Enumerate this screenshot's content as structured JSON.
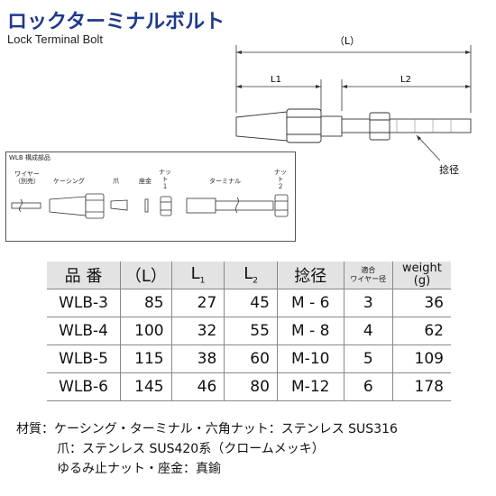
{
  "header": {
    "title_jp": "ロックターミナルボルト",
    "title_en": "Lock Terminal Bolt"
  },
  "drawing": {
    "dim_total": "（L）",
    "dim_l1": "L1",
    "dim_l2": "L2",
    "callout": "捻径"
  },
  "parts_box": {
    "title": "WLB 構成部品",
    "parts": [
      {
        "label": "ワイヤー\n（別売）"
      },
      {
        "label": "ケーシング"
      },
      {
        "label": "爪"
      },
      {
        "label": "座金"
      },
      {
        "label": "ナット\n１"
      },
      {
        "label": "ターミナル"
      },
      {
        "label": "ナット\n２"
      }
    ]
  },
  "table": {
    "headers": {
      "product": "品 番",
      "L": "（L）",
      "L1": "L1",
      "L2": "L2",
      "thread": "捻径",
      "wire_top": "適合",
      "wire_bottom": "ワイヤー径",
      "weight_top": "weight",
      "weight_bottom": "(g)"
    },
    "rows": [
      {
        "product": "WLB-3",
        "L": "85",
        "L1": "27",
        "L2": "45",
        "thread": "M - 6",
        "wire": "3",
        "weight": "36"
      },
      {
        "product": "WLB-4",
        "L": "100",
        "L1": "32",
        "L2": "55",
        "thread": "M - 8",
        "wire": "4",
        "weight": "62"
      },
      {
        "product": "WLB-5",
        "L": "115",
        "L1": "38",
        "L2": "60",
        "thread": "M-10",
        "wire": "5",
        "weight": "109"
      },
      {
        "product": "WLB-6",
        "L": "145",
        "L1": "46",
        "L2": "80",
        "thread": "M-12",
        "wire": "6",
        "weight": "178"
      }
    ]
  },
  "materials": {
    "line1": "材質：ケーシング・ターミナル・六角ナット：ステンレス SUS316",
    "line2": "爪：ステンレス SUS420系（クロームメッキ）",
    "line3": "ゆるみ止ナット・座金：真鍮"
  }
}
